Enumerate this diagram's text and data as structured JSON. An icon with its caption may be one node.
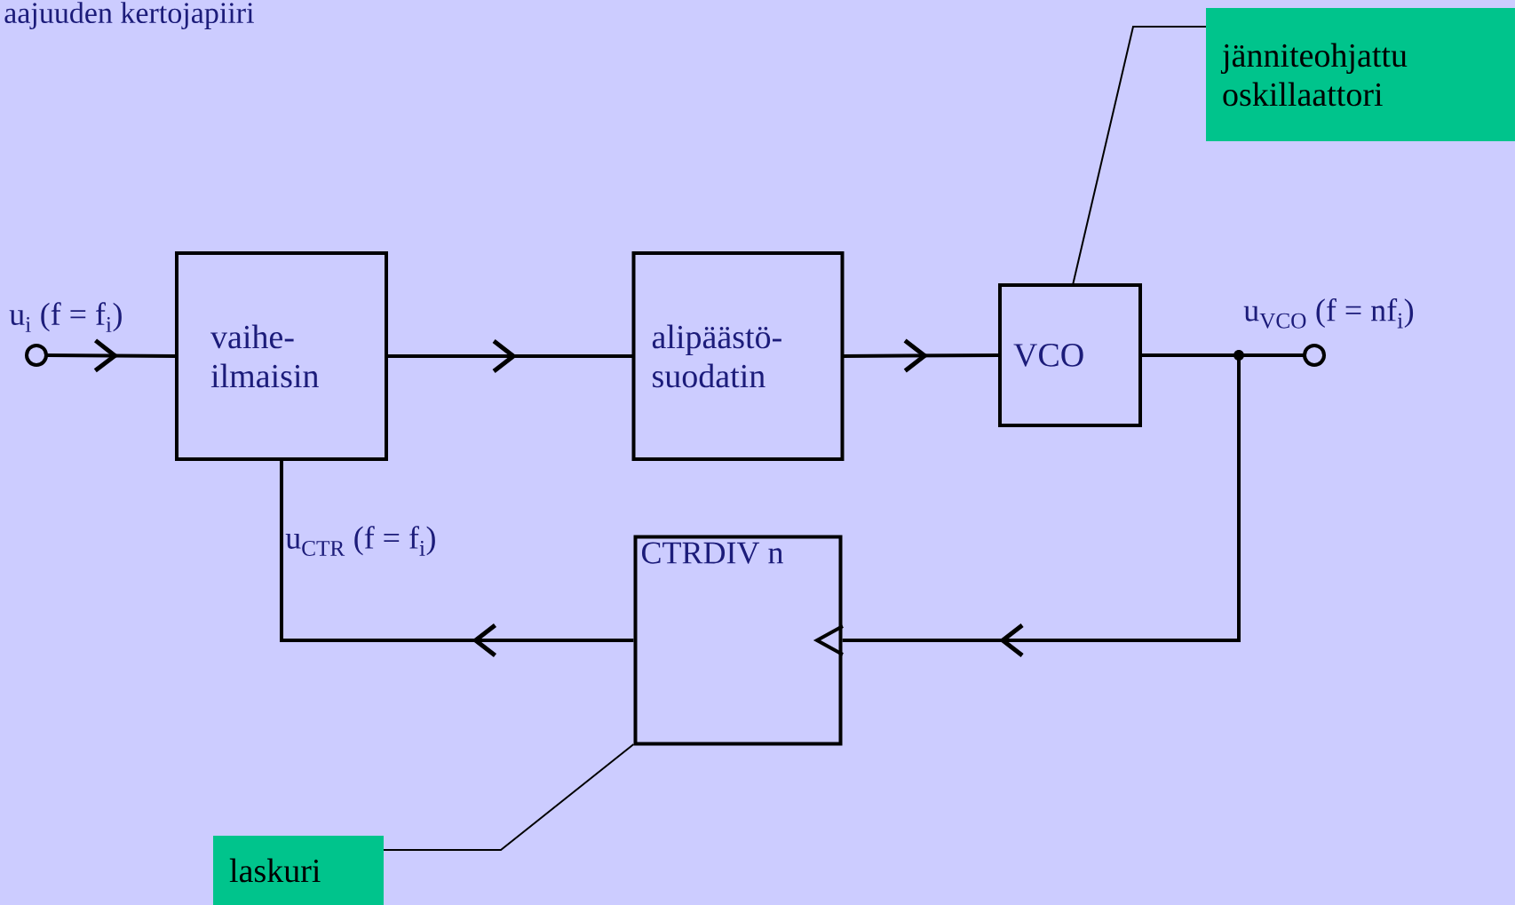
{
  "diagram": {
    "title": "aajuuden kertojapiiri",
    "nodes": [
      {
        "text": [],
        "shape": "circle",
        "beside": [
          "u$_{i}$ (f = f$_{i}$)"
        ]
      },
      {
        "text": [
          "vaihe- ilmaisin"
        ]
      },
      {
        "text": [
          "alipäästö- suodatin"
        ]
      },
      {
        "text": [
          "VCO"
        ]
      },
      {
        "text": [],
        "shape": "circle",
        "beside": [
          "u$_{VCO}$ (f = nf$_{i}$)"
        ]
      },
      {
        "text": [
          "CTRDIV n"
        ]
      },
      {
        "text": [
          "jänniteohjattu oskillaattori"
        ]
      },
      {
        "text": [
          "laskuri"
        ]
      }
    ],
    "edges": [
      {
        "from": 0,
        "to": 1,
        "arrow": "to"
      },
      {
        "from": 1,
        "to": 2,
        "arrow": "to"
      },
      {
        "from": 2,
        "to": 3,
        "arrow": "to"
      },
      {
        "from": 3,
        "to": 4,
        "arrow": "none"
      },
      {
        "from": 3,
        "to": 5,
        "arrow": "to"
      },
      {
        "from": 5,
        "to": 1,
        "arrow": "to"
      },
      {
        "from": 6,
        "to": 3,
        "arrow": "none"
      },
      {
        "from": 7,
        "to": 5,
        "arrow": "none"
      }
    ],
    "labels": [
      "u$_{CTR}$ (f = f$_{i}$)"
    ]
  }
}
